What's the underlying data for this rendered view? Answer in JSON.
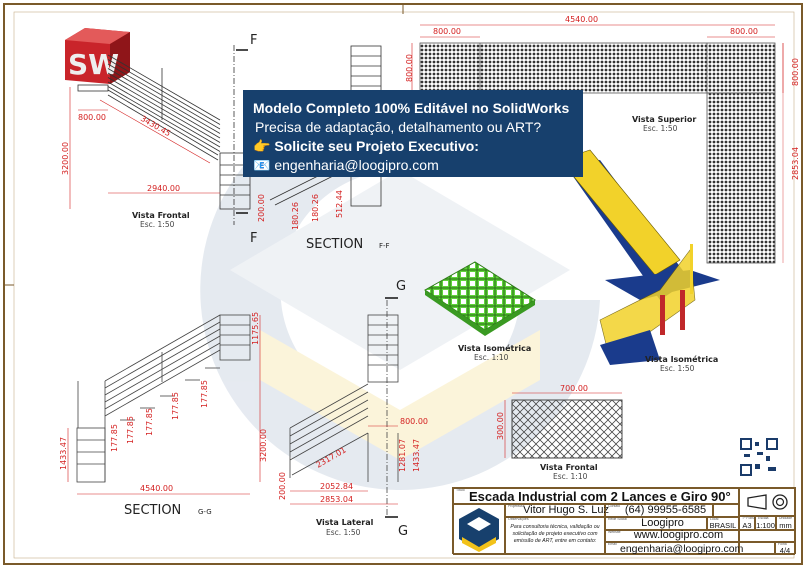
{
  "promo": {
    "line1": "Modelo Completo 100% Editável no SolidWorks",
    "line2": "Precisa de adaptação, detalhamento ou ART?",
    "line3_icon": "pointing-hand-icon",
    "line3": "Solicite seu Projeto Executivo:",
    "line4_icon": "envelope-icon",
    "line4": "engenharia@loogipro.com"
  },
  "logo": {
    "text": "SW"
  },
  "views": {
    "frontal": {
      "label": "Vista Frontal",
      "scale": "Esc. 1:50",
      "dims": [
        "800.00",
        "3430.45",
        "3200.00",
        "2940.00"
      ]
    },
    "section_ff": {
      "label": "SECTION",
      "suffix": "F-F",
      "cut": "F",
      "dims": [
        "200.00",
        "180.26",
        "180.26",
        "512.44"
      ]
    },
    "superior": {
      "label": "Vista Superior",
      "scale": "Esc. 1:50",
      "dims": [
        "4540.00",
        "800.00",
        "800.00",
        "800.00",
        "800.00",
        "2853.04"
      ]
    },
    "iso_grating": {
      "label": "Vista Isométrica",
      "scale": "Esc. 1:10"
    },
    "iso_stair": {
      "label": "Vista Isométrica",
      "scale": "Esc. 1:50"
    },
    "frontal_grating": {
      "label": "Vista Frontal",
      "scale": "Esc. 1:10",
      "dims": [
        "700.00",
        "300.00"
      ]
    },
    "section_gg": {
      "label": "SECTION",
      "suffix": "G-G",
      "dims": [
        "1175.65",
        "177.85",
        "177.85",
        "177.85",
        "177.85",
        "177.85",
        "1433.47",
        "3200.00",
        "4540.00"
      ]
    },
    "lateral": {
      "label": "Vista Lateral",
      "scale": "Esc. 1:50",
      "cut": "G",
      "dims": [
        "800.00",
        "1281.07",
        "1433.47",
        "2317.01",
        "200.00",
        "2052.84",
        "2853.04"
      ]
    }
  },
  "title_block": {
    "title_caption": "Título",
    "title": "Escada Industrial com 2 Lances e Giro 90°",
    "designer_caption": "Projetista",
    "designer": "Vitor Hugo S. Luz",
    "contact_caption": "Contato",
    "contact": "(64) 99955-6585",
    "notes_caption": "Observações",
    "notes": "Para consultoria técnica, validação ou solicitação de projeto executivo com emissão de ART, entre em contato:",
    "social_caption": "Rede Social",
    "social": "Loogipro",
    "local_caption": "Local",
    "local": "BRASIL",
    "sheet_size_caption": "Tº Folha",
    "sheet_size": "A3",
    "scale_caption": "Escala",
    "scale": "1:100",
    "unit_caption": "Unidade",
    "unit": "mm",
    "website_caption": "Website",
    "website": "www.loogipro.com",
    "email_caption": "Email",
    "email": "engenharia@loogipro.com",
    "sheet_caption": "Folha",
    "sheet": "4/4"
  },
  "colors": {
    "promo_bg": "#17406d",
    "frame": "#7a5a2a",
    "dimension": "#d42020",
    "accent_yellow": "#f2d22a",
    "accent_blue": "#1a3b8c",
    "grating_green": "#5fd33a"
  }
}
